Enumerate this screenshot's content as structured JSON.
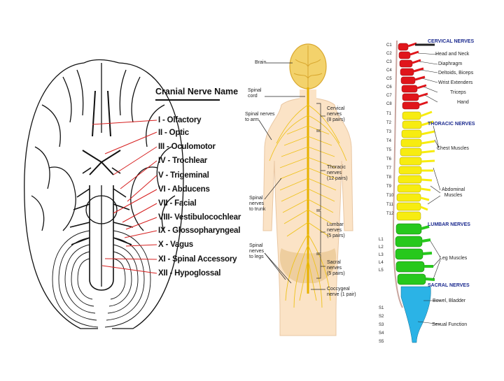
{
  "brain": {
    "title": "Cranial Nerve Name",
    "nerves": [
      "I - Olfactory",
      "II - Optic",
      "III - Oculomotor",
      "IV - Trochlear",
      "V - Trigeminal",
      "VI - Abducens",
      "VII - Facial",
      "VIII- Vestibulocochlear",
      "IX - Glossopharyngeal",
      "X - Vagus",
      "XI - Spinal Accessory",
      "XII - Hypoglossal"
    ]
  },
  "body": {
    "labels": {
      "brain": "Brain",
      "spinal_cord": "Spinal\ncord",
      "to_arm": "Spinal nerves\nto arm",
      "to_trunk": "Spinal\nnerves\nto trunk",
      "to_legs": "Spinal\nnerves\nto legs",
      "cervical": "Cervical\nnerves\n(8 pairs)",
      "thoracic": "Thoracic\nnerves\n(12 pairs)",
      "lumbar": "Lumbar\nnerves\n(5 pairs)",
      "sacral": "Sacral\nnerves\n(5 pairs)",
      "coccygeal": "Coccygeal\nnerve (1 pair)"
    }
  },
  "spine": {
    "levels": [
      "C1",
      "C2",
      "C3",
      "C4",
      "C5",
      "C6",
      "C7",
      "C8",
      "T1",
      "T2",
      "T3",
      "T4",
      "T5",
      "T6",
      "T7",
      "T8",
      "T9",
      "T10",
      "T11",
      "T12",
      "L1",
      "L2",
      "L3",
      "L4",
      "L5",
      "S1",
      "S2",
      "S3",
      "S4",
      "S5"
    ],
    "headings": {
      "cervical": "CERVICAL NERVES",
      "thoracic": "THORACIC NERVES",
      "lumbar": "LUMBAR NERVES",
      "sacral": "SACRAL NERVES"
    },
    "functions": {
      "head_neck": "Head and Neck",
      "diaphragm": "Diaphragm",
      "deltoids": "Deltoids, Biceps",
      "wrist": "Wrist Extenders",
      "triceps": "Triceps",
      "hand": "Hand",
      "chest": "Chest Muscles",
      "abdominal": "Abdominal\nMuscles",
      "leg": "Leg Muscles",
      "bowel": "Bowel, Bladder",
      "sexual": "Sexual Function"
    },
    "colors": {
      "cervical": "#e0151b",
      "thoracic": "#f7ec10",
      "lumbar": "#27c81c",
      "sacral": "#2bb3e6"
    }
  }
}
